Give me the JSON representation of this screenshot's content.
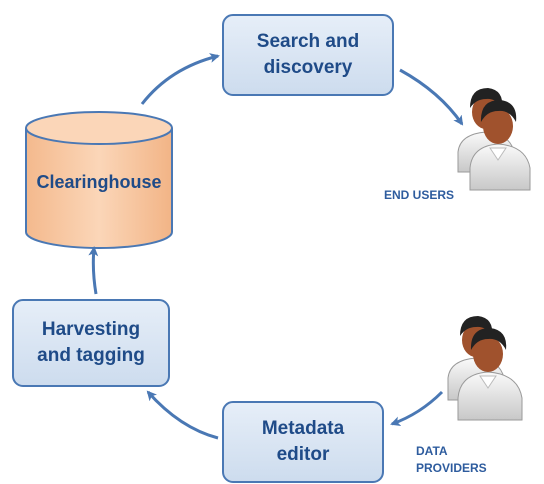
{
  "nodes": {
    "search": "Search and\ndiscovery",
    "clearinghouse": "Clearinghouse",
    "harvesting": "Harvesting\nand tagging",
    "metadata_editor": "Metadata\neditor"
  },
  "actors": {
    "end_users": "END USERS",
    "data_providers": "DATA\nPROVIDERS"
  },
  "colors": {
    "arrow": "#4a78b4",
    "box_border": "#4a78b4",
    "box_text": "#1f4b88",
    "cylinder_fill": "#f9c9a3",
    "cylinder_border": "#4a78b4",
    "person_skin": "#a0522d",
    "person_hair": "#222222",
    "person_shirt": "#e6e6e6"
  },
  "icons": [
    "person-group-icon",
    "person-group-icon"
  ]
}
